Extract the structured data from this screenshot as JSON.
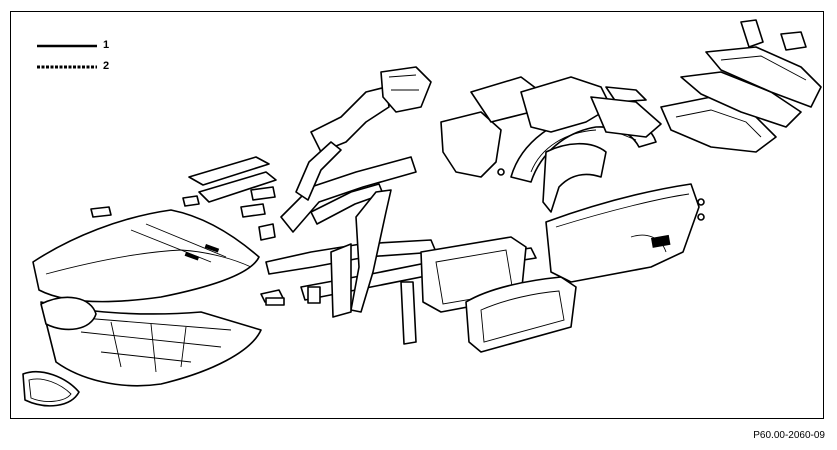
{
  "legend": {
    "items": [
      {
        "number": "1",
        "line_style": "solid"
      },
      {
        "number": "2",
        "line_style": "dashed"
      }
    ]
  },
  "reference_code": "P60.00-2060-09"
}
